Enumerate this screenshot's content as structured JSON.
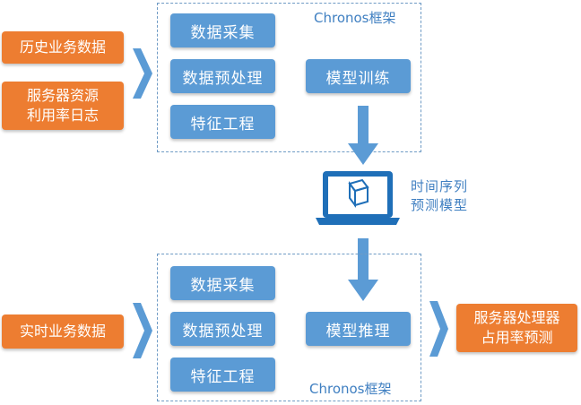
{
  "top_frame": {
    "label": "Chronos框架",
    "steps": [
      "数据采集",
      "数据预处理",
      "特征工程"
    ],
    "train": "模型训练"
  },
  "inputs_top": {
    "history": "历史业务数据",
    "logs_line1": "服务器资源",
    "logs_line2": "利用率日志"
  },
  "model": {
    "line1": "时间序列",
    "line2": "预测模型"
  },
  "bottom_frame": {
    "label": "Chronos框架",
    "steps": [
      "数据采集",
      "数据预处理",
      "特征工程"
    ],
    "infer": "模型推理"
  },
  "inputs_bottom": {
    "realtime": "实时业务数据"
  },
  "output": {
    "line1": "服务器处理器",
    "line2": "占用率预测"
  },
  "colors": {
    "orange": "#ed7d31",
    "blue": "#5b9bd5",
    "frame": "#6f9bc5",
    "text_blue": "#3f7fc1"
  }
}
